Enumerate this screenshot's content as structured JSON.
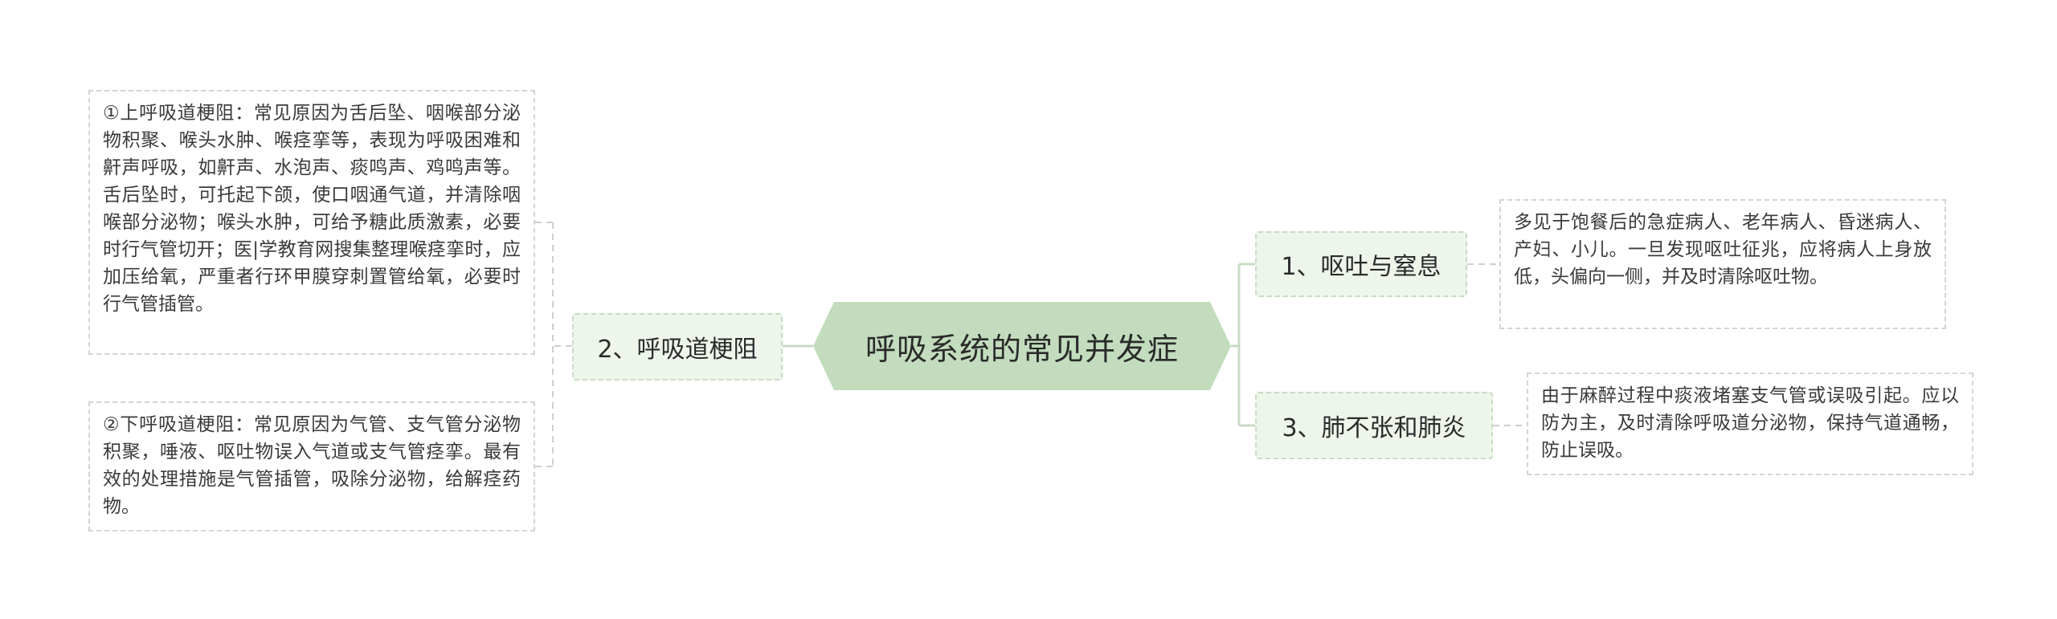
{
  "root": {
    "label": "呼吸系统的常见并发症"
  },
  "branches": {
    "left": {
      "label": "2、呼吸道梗阻"
    },
    "right1": {
      "label": "1、呕吐与窒息"
    },
    "right2": {
      "label": "3、肺不张和肺炎"
    }
  },
  "leaves": {
    "upper_airway": " ①上呼吸道梗阻：常见原因为舌后坠、咽喉部分泌物积聚、喉头水肿、喉痉挛等，表现为呼吸困难和鼾声呼吸，如鼾声、水泡声、痰鸣声、鸡鸣声等。舌后坠时，可托起下颌，使口咽通气道，并清除咽喉部分泌物；喉头水肿，可给予糖此质激素，必要时行气管切开；医|学教育网搜集整理喉痉挛时，应加压给氧，严重者行环甲膜穿刺置管给氧，必要时行气管插管。",
    "lower_airway": "②下呼吸道梗阻：常见原因为气管、支气管分泌物积聚，唾液、呕吐物误入气道或支气管痉挛。最有效的处理措施是气管插管，吸除分泌物，给解痉药物。",
    "vomiting": "多见于饱餐后的急症病人、老年病人、昏迷病人、产妇、小儿。一旦发现呕吐征兆，应将病人上身放低，头偏向一侧，并及时清除呕吐物。",
    "atelectasis": "由于麻醉过程中痰液堵塞支气管或误吸引起。应以防为主，及时清除呼吸道分泌物，保持气道通畅，防止误吸。"
  },
  "colors": {
    "root_fill": "#c2dcbd",
    "branch_fill": "#eef6ec",
    "branch_border": "#c7dcc2",
    "leaf_border": "#d4d4d4",
    "connector": "#c9dcc4"
  }
}
